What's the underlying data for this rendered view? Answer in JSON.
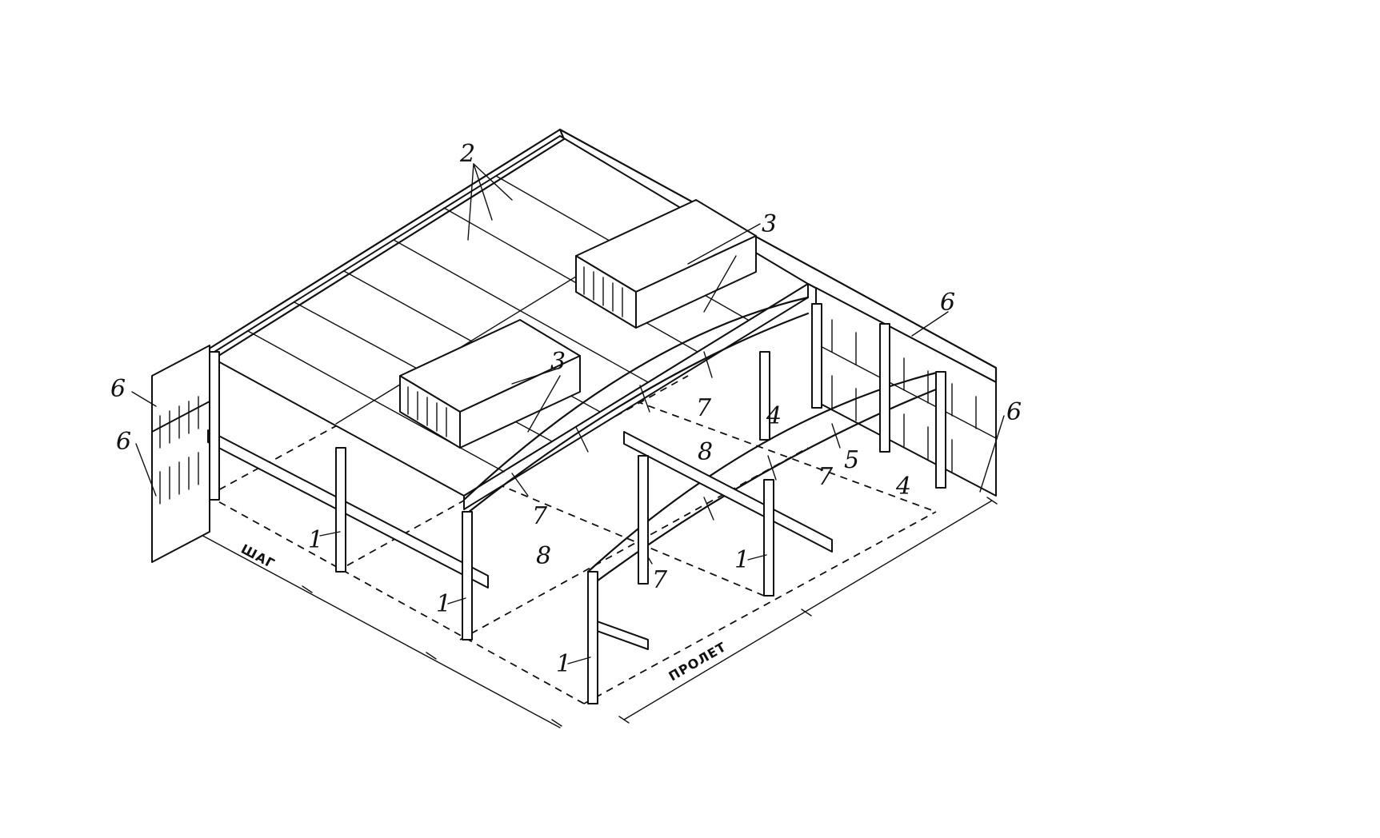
{
  "callouts": [
    {
      "label": "2"
    },
    {
      "label": "3"
    },
    {
      "label": "3"
    },
    {
      "label": "6"
    },
    {
      "label": "6"
    },
    {
      "label": "6"
    },
    {
      "label": "6"
    },
    {
      "label": "7"
    },
    {
      "label": "7"
    },
    {
      "label": "7"
    },
    {
      "label": "7"
    },
    {
      "label": "4"
    },
    {
      "label": "4"
    },
    {
      "label": "5"
    },
    {
      "label": "8"
    },
    {
      "label": "8"
    },
    {
      "label": "1"
    },
    {
      "label": "1"
    },
    {
      "label": "1"
    },
    {
      "label": "1"
    }
  ],
  "dimensions": {
    "step_label": "ШАГ",
    "span_label": "ПРОЛЕТ"
  }
}
